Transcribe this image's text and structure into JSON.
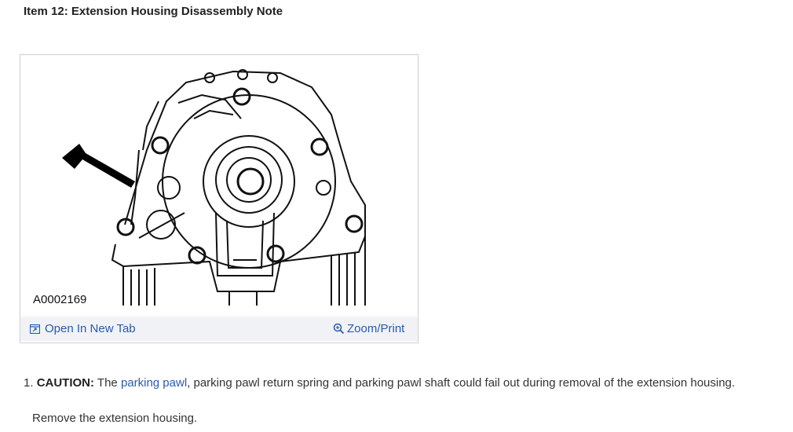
{
  "page": {
    "title": "Item 12: Extension Housing Disassembly Note"
  },
  "figure": {
    "id_label": "A0002169",
    "open_tab_label": "Open In New Tab",
    "zoom_label": "Zoom/Print",
    "open_tab_icon": "external-window-icon",
    "zoom_icon": "magnifier-icon"
  },
  "step1": {
    "number": "1.",
    "caution": "CAUTION:",
    "text_a": " The ",
    "link": "parking pawl",
    "text_b": ", parking pawl return spring and parking pawl shaft could fail out during removal of the extension housing."
  },
  "step2": {
    "text": "Remove the extension housing."
  },
  "colors": {
    "link": "#2b5bab",
    "bar": "#f0f2f5"
  }
}
